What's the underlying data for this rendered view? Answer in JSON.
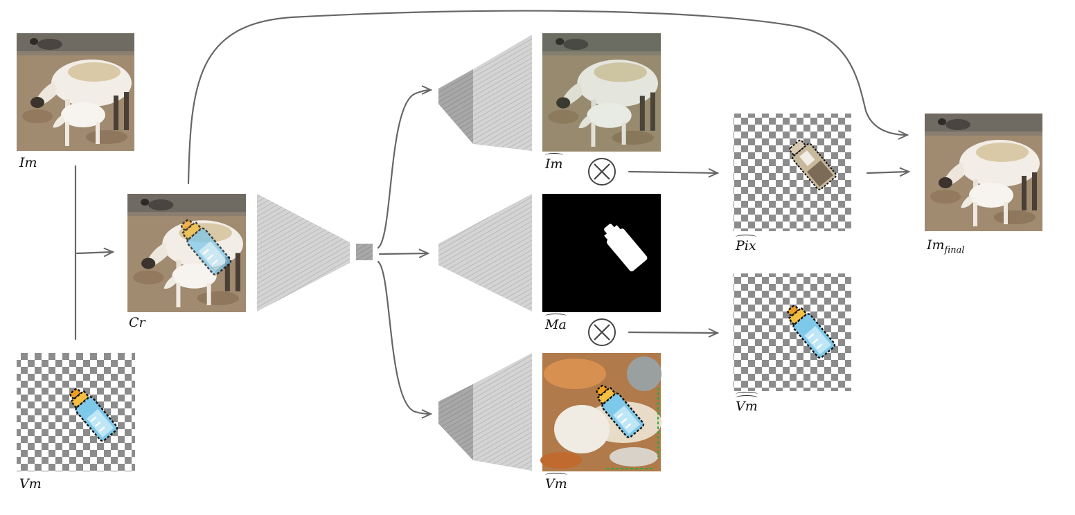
{
  "labels": {
    "im": "Im",
    "vm": "Vm",
    "cr": "Cr",
    "im_hat": "Im",
    "ma_hat": "Ma",
    "vm_hat": "Vm",
    "pix_hat": "Pix",
    "vm_hathat": "Vm",
    "im_final_base": "Im",
    "im_final_sub": "final"
  },
  "operators": {
    "multiply_symbol": "⊗"
  },
  "colors": {
    "arrow": "#666666",
    "checker_dark": "#8c8c8c",
    "checker_light": "#ffffff",
    "mask_bg": "#000000",
    "mask_fg": "#ffffff",
    "bottle_body": "#7ec8ea",
    "bottle_cap": "#f0a020",
    "sheep_wool": "#f2ede6",
    "ground": "#a08a70"
  },
  "icons": {
    "encoder": "encoder-trapezoid",
    "decoder": "decoder-trapezoid",
    "bottleneck": "latent-square",
    "bottle": "baby-bottle-icon"
  }
}
